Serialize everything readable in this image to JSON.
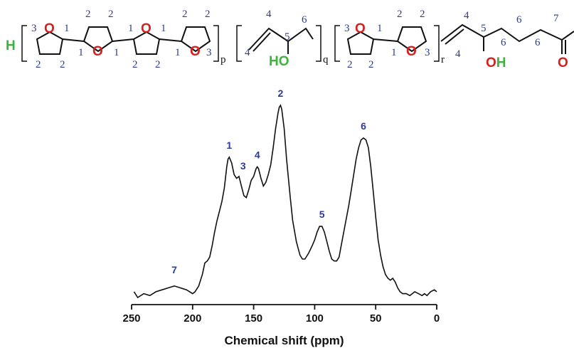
{
  "structure": {
    "end_group": "H",
    "oxygen": "O",
    "hydroxyl": "OH",
    "hydroxyl_alt": "HO",
    "subscripts": {
      "p": "p",
      "q": "q",
      "r": "r"
    },
    "carbon_numbers": [
      "1",
      "2",
      "3",
      "4",
      "5",
      "6",
      "7"
    ]
  },
  "chart_data": {
    "type": "line",
    "title": "",
    "xlabel": "Chemical shift  (ppm)",
    "ylabel": "",
    "xlim": [
      250,
      0
    ],
    "x_reversed": true,
    "grid": false,
    "x_ticks": [
      250,
      200,
      150,
      100,
      50,
      0
    ],
    "x_tick_labels": [
      "250",
      "200",
      "150",
      "100",
      "50",
      "0"
    ],
    "series": [
      {
        "points": [
          [
            248,
            0.03
          ],
          [
            245,
            0.0
          ],
          [
            240,
            0.02
          ],
          [
            235,
            0.01
          ],
          [
            230,
            0.03
          ],
          [
            225,
            0.04
          ],
          [
            220,
            0.05
          ],
          [
            215,
            0.06
          ],
          [
            210,
            0.05
          ],
          [
            205,
            0.04
          ],
          [
            200,
            0.02
          ],
          [
            198,
            0.03
          ],
          [
            195,
            0.06
          ],
          [
            192,
            0.12
          ],
          [
            190,
            0.18
          ],
          [
            188,
            0.19
          ],
          [
            186,
            0.21
          ],
          [
            184,
            0.27
          ],
          [
            182,
            0.34
          ],
          [
            180,
            0.4
          ],
          [
            178,
            0.45
          ],
          [
            176,
            0.5
          ],
          [
            174,
            0.57
          ],
          [
            172,
            0.68
          ],
          [
            171,
            0.72
          ],
          [
            170,
            0.73
          ],
          [
            168,
            0.7
          ],
          [
            166,
            0.64
          ],
          [
            164,
            0.62
          ],
          [
            162,
            0.63
          ],
          [
            160,
            0.58
          ],
          [
            158,
            0.53
          ],
          [
            156,
            0.52
          ],
          [
            154,
            0.56
          ],
          [
            152,
            0.61
          ],
          [
            150,
            0.63
          ],
          [
            148,
            0.67
          ],
          [
            147,
            0.68
          ],
          [
            146,
            0.67
          ],
          [
            144,
            0.62
          ],
          [
            142,
            0.58
          ],
          [
            140,
            0.6
          ],
          [
            138,
            0.64
          ],
          [
            136,
            0.69
          ],
          [
            134,
            0.78
          ],
          [
            132,
            0.88
          ],
          [
            130,
            0.96
          ],
          [
            129,
            0.99
          ],
          [
            128,
            1.0
          ],
          [
            127,
            0.98
          ],
          [
            125,
            0.88
          ],
          [
            123,
            0.72
          ],
          [
            120,
            0.52
          ],
          [
            118,
            0.4
          ],
          [
            115,
            0.29
          ],
          [
            112,
            0.22
          ],
          [
            110,
            0.2
          ],
          [
            108,
            0.2
          ],
          [
            105,
            0.23
          ],
          [
            102,
            0.27
          ],
          [
            100,
            0.3
          ],
          [
            98,
            0.34
          ],
          [
            96,
            0.37
          ],
          [
            94,
            0.37
          ],
          [
            92,
            0.34
          ],
          [
            90,
            0.29
          ],
          [
            88,
            0.24
          ],
          [
            86,
            0.2
          ],
          [
            84,
            0.19
          ],
          [
            82,
            0.19
          ],
          [
            80,
            0.21
          ],
          [
            78,
            0.28
          ],
          [
            75,
            0.38
          ],
          [
            72,
            0.48
          ],
          [
            70,
            0.56
          ],
          [
            68,
            0.64
          ],
          [
            66,
            0.72
          ],
          [
            64,
            0.78
          ],
          [
            62,
            0.82
          ],
          [
            60,
            0.83
          ],
          [
            58,
            0.82
          ],
          [
            56,
            0.78
          ],
          [
            54,
            0.68
          ],
          [
            52,
            0.55
          ],
          [
            50,
            0.42
          ],
          [
            48,
            0.3
          ],
          [
            46,
            0.22
          ],
          [
            44,
            0.16
          ],
          [
            42,
            0.12
          ],
          [
            40,
            0.1
          ],
          [
            38,
            0.09
          ],
          [
            36,
            0.1
          ],
          [
            34,
            0.08
          ],
          [
            32,
            0.05
          ],
          [
            30,
            0.03
          ],
          [
            28,
            0.02
          ],
          [
            25,
            0.02
          ],
          [
            22,
            0.01
          ],
          [
            20,
            0.02
          ],
          [
            18,
            0.03
          ],
          [
            15,
            0.02
          ],
          [
            12,
            0.01
          ],
          [
            10,
            0.02
          ],
          [
            8,
            0.01
          ],
          [
            5,
            0.03
          ],
          [
            2,
            0.04
          ],
          [
            0,
            0.03
          ]
        ]
      }
    ],
    "annotations": [
      {
        "text": "1",
        "x": 170,
        "y": 0.73
      },
      {
        "text": "3",
        "x": 161,
        "y": 0.63
      },
      {
        "text": "4",
        "x": 147,
        "y": 0.68
      },
      {
        "text": "2",
        "x": 128,
        "y": 1.0
      },
      {
        "text": "5",
        "x": 94,
        "y": 0.37
      },
      {
        "text": "6",
        "x": 60,
        "y": 0.83
      },
      {
        "text": "7",
        "x": 215,
        "y": 0.06
      }
    ]
  }
}
